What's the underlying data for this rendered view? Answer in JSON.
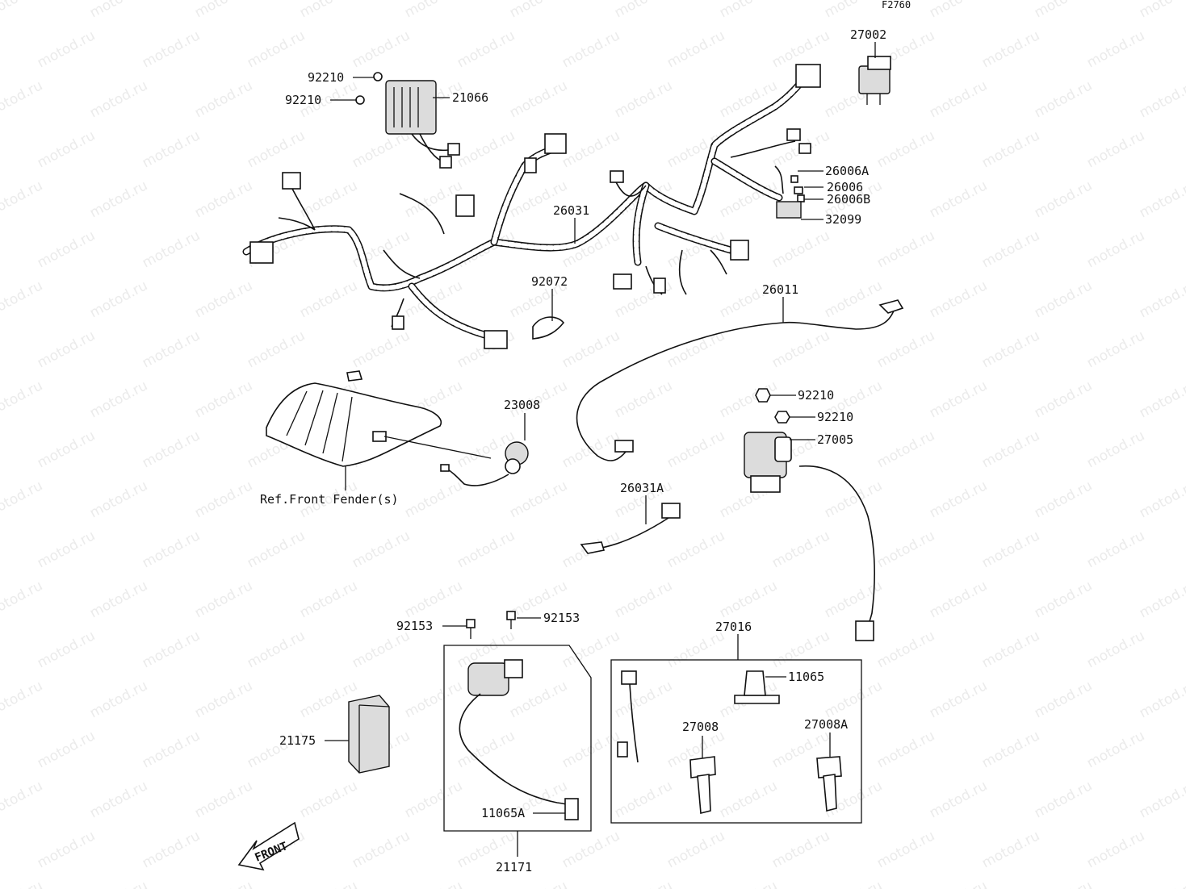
{
  "figure_code": "F2760",
  "watermark_text": "motod.ru",
  "reference_note": "Ref.Front Fender(s)",
  "front_label": "FRONT",
  "part_numbers": {
    "p27002": "27002",
    "p92210_a": "92210",
    "p92210_b": "92210",
    "p21066": "21066",
    "p26006A": "26006A",
    "p26006": "26006",
    "p26006B": "26006B",
    "p32099": "32099",
    "p26031": "26031",
    "p92072": "92072",
    "p26011": "26011",
    "p92210_c": "92210",
    "p92210_d": "92210",
    "p27005": "27005",
    "p23008": "23008",
    "p26031A": "26031A",
    "p92153_a": "92153",
    "p92153_b": "92153",
    "p27016": "27016",
    "p11065": "11065",
    "p27008": "27008",
    "p27008A": "27008A",
    "p21175": "21175",
    "p11065A": "11065A",
    "p21171": "21171"
  }
}
